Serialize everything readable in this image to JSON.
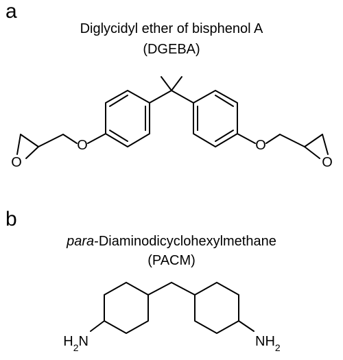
{
  "panel_a": {
    "label": "a",
    "title": "Diglycidyl ether of bisphenol A",
    "abbreviation": "(DGEBA)",
    "atoms": {
      "ether_o_left": "O",
      "ether_o_right": "O",
      "epoxide_o_left": "O",
      "epoxide_o_right": "O"
    }
  },
  "panel_b": {
    "label": "b",
    "title_prefix": "para",
    "title_rest": "-Diaminodicyclohexylmethane",
    "abbreviation": "(PACM)",
    "atoms": {
      "amine_left_base": "H",
      "amine_left_sub": "2",
      "amine_left_tail": "N",
      "amine_right_base": "NH",
      "amine_right_sub": "2"
    }
  }
}
